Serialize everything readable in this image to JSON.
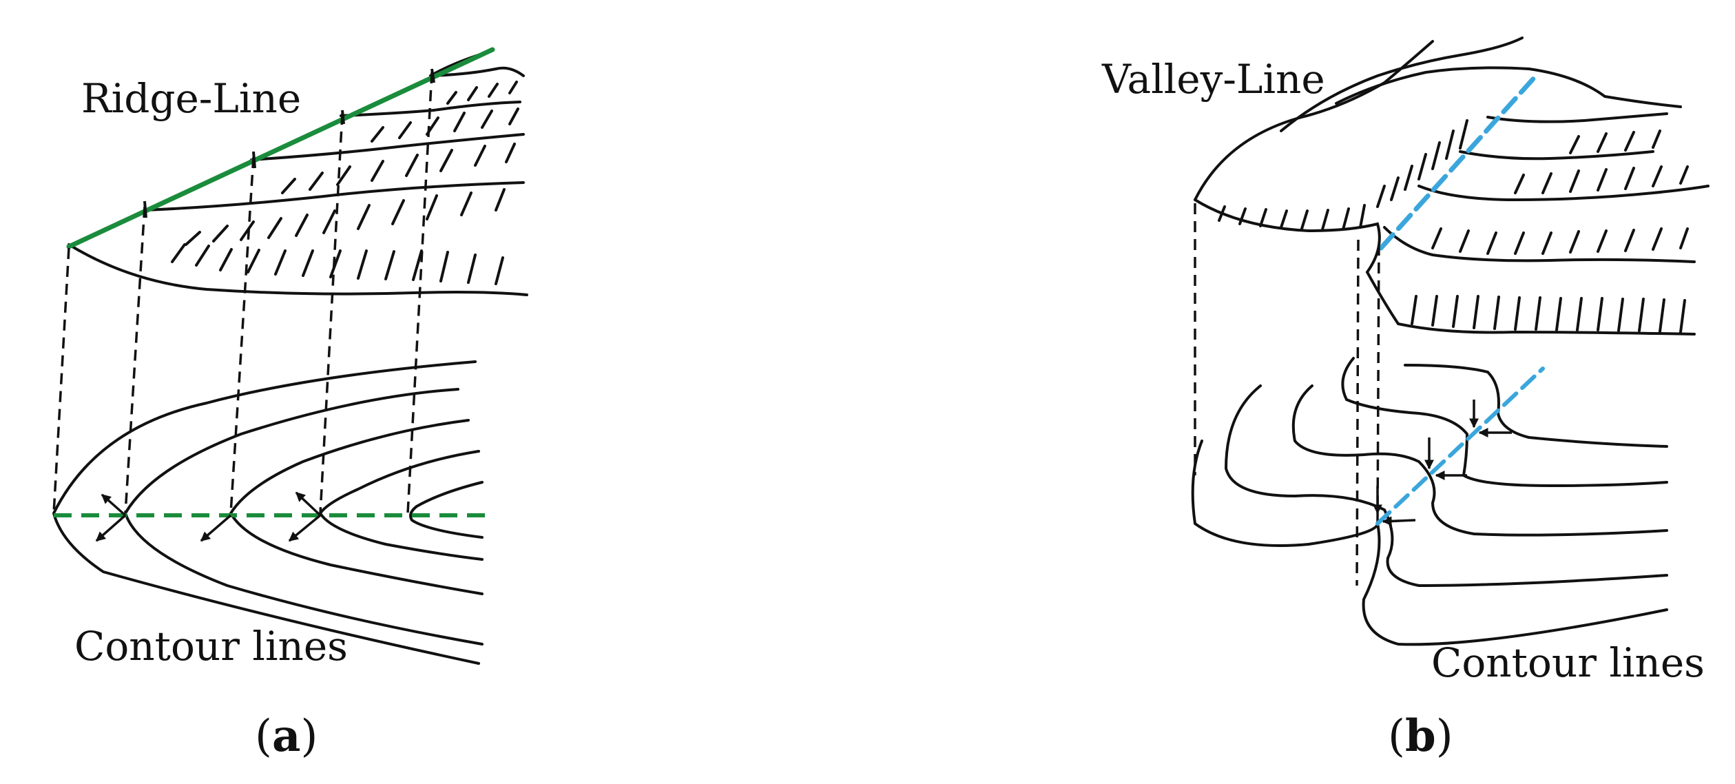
{
  "panels": [
    {
      "id": "a",
      "feature_label": "Ridge-Line",
      "contour_label": "Contour lines",
      "caption_open": "(",
      "caption_letter": "a",
      "caption_close": ")",
      "feature_color": "#1a8c3c"
    },
    {
      "id": "b",
      "feature_label": "Valley-Line",
      "contour_label": "Contour lines",
      "caption_open": "(",
      "caption_letter": "b",
      "caption_close": ")",
      "feature_color": "#3aa6dc"
    }
  ],
  "colors": {
    "ink": "#111111",
    "ridge": "#1a8c3c",
    "valley": "#3aa6dc"
  }
}
